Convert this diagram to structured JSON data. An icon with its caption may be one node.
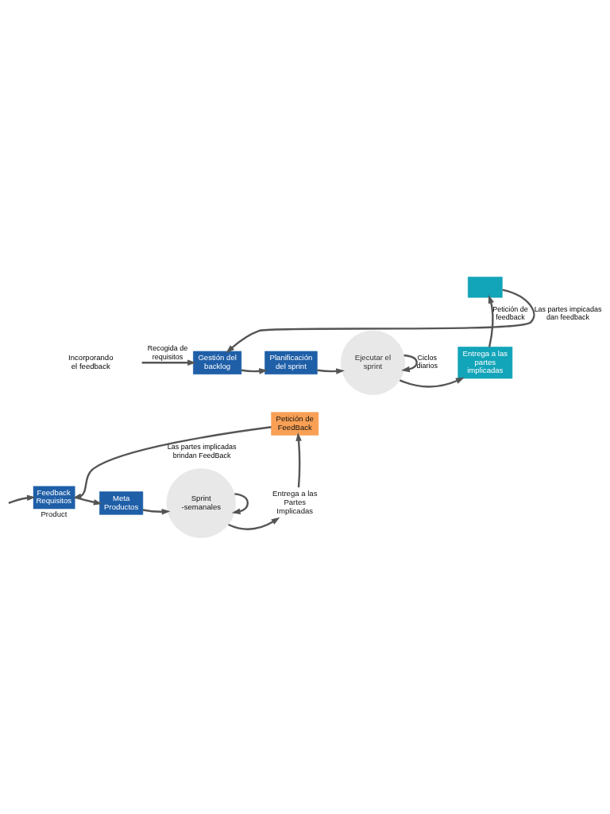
{
  "diagram": {
    "nodes": [
      {
        "text": [
          "Gestión del backlog"
        ]
      },
      {
        "text": [
          "Planificación del sprint"
        ]
      },
      {
        "text": [
          "Ejecutar el sprint"
        ]
      },
      {
        "text": [
          "Entrega a las partes implicadas"
        ]
      },
      {
        "text": [],
        "shape": "box"
      },
      {
        "text": [
          "Feedback",
          "Requisitos"
        ],
        "beside": [
          "Product"
        ]
      },
      {
        "text": [
          "Meta",
          "Productos"
        ]
      },
      {
        "text": [
          "Sprint -semanales"
        ]
      },
      {
        "text": [
          "Entrega a las Partes Implicadas"
        ]
      },
      {
        "text": [
          "Petición de FeedBack"
        ]
      }
    ],
    "edges": [
      {
        "from": null,
        "to": 0,
        "arrow": "to",
        "label": "Recogida de requisitos"
      },
      {
        "from": 0,
        "to": 1,
        "arrow": "to"
      },
      {
        "from": 1,
        "to": 2,
        "arrow": "to"
      },
      {
        "from": 2,
        "to": 2,
        "arrow": "to",
        "label": "Ciclos diarios"
      },
      {
        "from": 2,
        "to": 3,
        "arrow": "to"
      },
      {
        "from": 3,
        "to": 4,
        "arrow": "to",
        "label": "Petición de feedback"
      },
      {
        "from": 4,
        "to": 0,
        "arrow": "to",
        "label": "Las partes impicadas dan feedback"
      },
      {
        "from": null,
        "to": 5,
        "arrow": "to"
      },
      {
        "from": 5,
        "to": 6,
        "arrow": "to"
      },
      {
        "from": 6,
        "to": 7,
        "arrow": "to"
      },
      {
        "from": 7,
        "to": 7,
        "arrow": "to"
      },
      {
        "from": 7,
        "to": 8,
        "arrow": "to"
      },
      {
        "from": 8,
        "to": 9,
        "arrow": "to"
      },
      {
        "from": 9,
        "to": 5,
        "arrow": "to",
        "label": "Las partes implicadas brindan FeedBack"
      }
    ],
    "labels": [
      "Incorporando el feedback"
    ]
  }
}
